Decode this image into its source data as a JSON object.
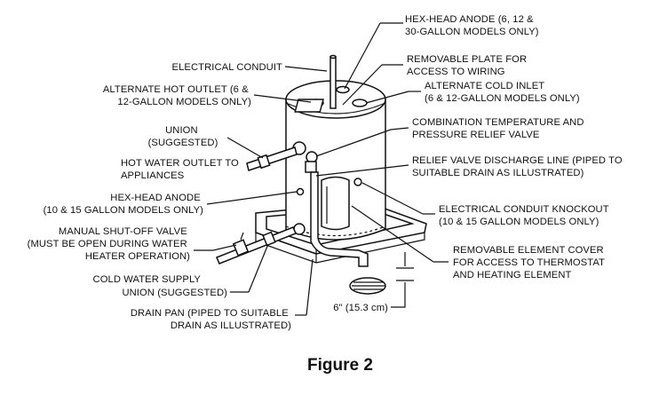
{
  "labels": {
    "hex_head_anode_top": [
      "HEX-HEAD ANODE (6, 12 &",
      "30-GALLON MODELS ONLY)"
    ],
    "electrical_conduit": [
      "ELECTRICAL CONDUIT"
    ],
    "removable_plate": [
      "REMOVABLE PLATE FOR",
      "ACCESS TO WIRING"
    ],
    "alternate_hot_outlet": [
      "ALTERNATE HOT OUTLET (6 &",
      "12-GALLON MODELS ONLY)"
    ],
    "alternate_cold_inlet": [
      "ALTERNATE COLD INLET",
      "(6 & 12-GALLON MODELS ONLY)"
    ],
    "union_top": [
      "UNION",
      "(SUGGESTED)"
    ],
    "combination_valve": [
      "COMBINATION TEMPERATURE AND",
      "PRESSURE RELIEF VALVE"
    ],
    "hot_water_outlet": [
      "HOT WATER OUTLET TO",
      "APPLIANCES"
    ],
    "relief_discharge": [
      "RELIEF VALVE DISCHARGE LINE (PIPED TO",
      "SUITABLE DRAIN AS ILLUSTRATED)"
    ],
    "hex_head_anode_side": [
      "HEX-HEAD ANODE",
      "(10 & 15 GALLON MODELS ONLY)"
    ],
    "conduit_knockout": [
      "ELECTRICAL CONDUIT KNOCKOUT",
      "(10 & 15 GALLON MODELS ONLY)"
    ],
    "shutoff_valve": [
      "MANUAL SHUT-OFF VALVE",
      "(MUST BE OPEN DURING WATER",
      "HEATER OPERATION)"
    ],
    "element_cover": [
      "REMOVABLE ELEMENT COVER",
      "FOR ACCESS TO THERMOSTAT",
      "AND HEATING ELEMENT"
    ],
    "cold_water_supply": [
      "COLD WATER SUPPLY"
    ],
    "union_bottom": [
      "UNION (SUGGESTED)"
    ],
    "drain_pan": [
      "DRAIN PAN (PIPED TO SUITABLE",
      "DRAIN AS ILLUSTRATED)"
    ],
    "clearance": [
      "6\" (15.3 cm)"
    ]
  },
  "figure_caption": "Figure 2"
}
